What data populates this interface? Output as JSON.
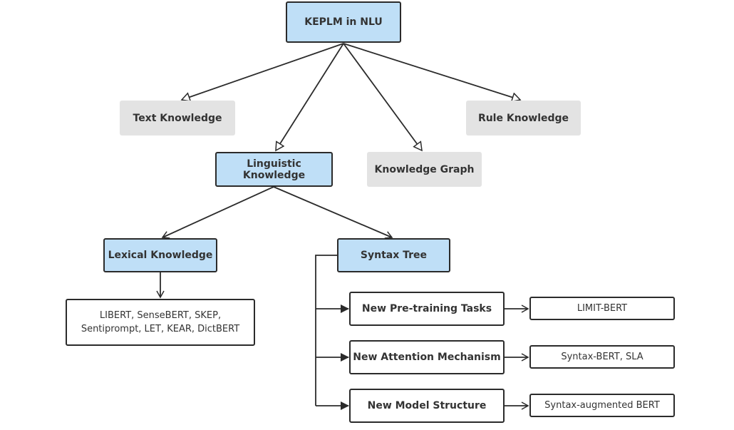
{
  "diagram": {
    "root": "KEPLM in NLU",
    "text_knowledge": "Text Knowledge",
    "rule_knowledge": "Rule Knowledge",
    "linguistic_knowledge": "Linguistic Knowledge",
    "knowledge_graph": "Knowledge Graph",
    "lexical_knowledge": "Lexical Knowledge",
    "syntax_tree": "Syntax Tree",
    "lexical_models": "LIBERT, SenseBERT, SKEP, Sentiprompt, LET, KEAR, DictBERT",
    "tasks": [
      {
        "label": "New Pre-training Tasks",
        "models": "LIMIT-BERT"
      },
      {
        "label": "New Attention Mechanism",
        "models": "Syntax-BERT, SLA"
      },
      {
        "label": "New Model Structure",
        "models": "Syntax-augmented BERT"
      }
    ]
  },
  "colors": {
    "highlight_fill": "#bfdff7",
    "muted_fill": "#e3e3e3",
    "border": "#2b2b2b",
    "text": "#333333"
  }
}
